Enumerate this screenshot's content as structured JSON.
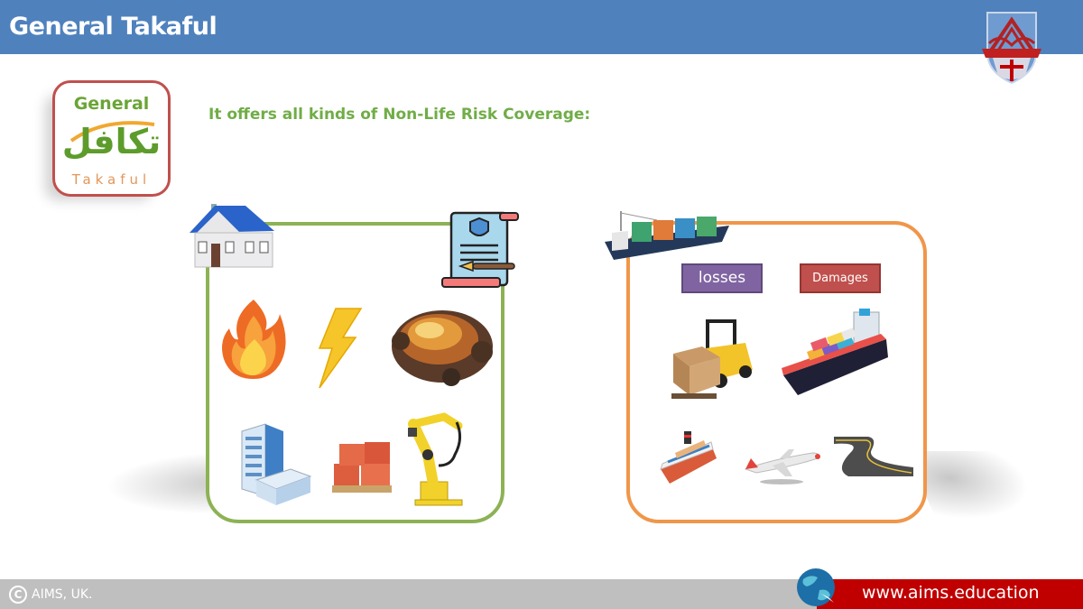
{
  "header": {
    "title": "General Takaful",
    "bar_color": "#4f81bd",
    "crest_icon": "aims-crest-logo"
  },
  "logo": {
    "top_text": "General",
    "arabic_text": "تكافل",
    "bottom_text": "Takaful",
    "border_color": "#c0504d"
  },
  "main": {
    "subtitle": "It offers all kinds of Non-Life Risk Coverage:",
    "subtitle_color": "#70ad47",
    "property_panel": {
      "border_color": "#8db255",
      "corner_icons": [
        "house-icon",
        "policy-document-icon"
      ],
      "items": [
        "fire-icon",
        "lightning-icon",
        "explosion-icon",
        "office-building-icon",
        "cargo-boxes-icon",
        "industrial-robot-arm-icon"
      ]
    },
    "marine_panel": {
      "border_color": "#f0964a",
      "corner_icon": "cargo-ship-icon",
      "badges": [
        {
          "label": "losses",
          "color": "#8064a2"
        },
        {
          "label": "Damages",
          "color": "#c0504d"
        }
      ],
      "items": [
        "forklift-icon",
        "container-ship-icon",
        "cruise-ship-icon",
        "airplane-icon",
        "road-icon"
      ]
    }
  },
  "footer": {
    "copyright": "AIMS, UK.",
    "copyright_symbol": "C",
    "url": "www.aims.education",
    "left_color": "#bfbfbf",
    "right_color": "#c00000"
  }
}
